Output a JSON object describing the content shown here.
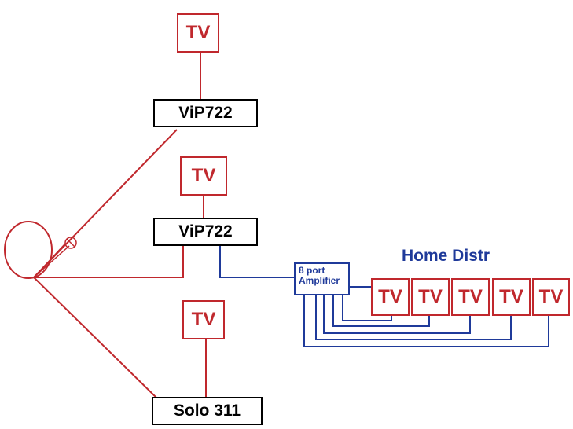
{
  "diagram": {
    "colors": {
      "satellite_wiring": "#c0282d",
      "home_distribution": "#1f3a9a",
      "receiver_border": "#000000"
    },
    "tv_label": "TV",
    "receivers": [
      {
        "id": "receiver-1",
        "label": "ViP722"
      },
      {
        "id": "receiver-2",
        "label": "ViP722"
      },
      {
        "id": "receiver-3",
        "label": "Solo 311"
      }
    ],
    "amplifier": {
      "line1": "8 port",
      "line2": "Amplifier"
    },
    "home_distribution": {
      "title": "Home Distr",
      "tv_count": 5,
      "tvs": [
        "TV",
        "TV",
        "TV",
        "TV",
        "TV"
      ]
    },
    "satellite_dish": {
      "icon": "satellite-dish-icon"
    }
  }
}
